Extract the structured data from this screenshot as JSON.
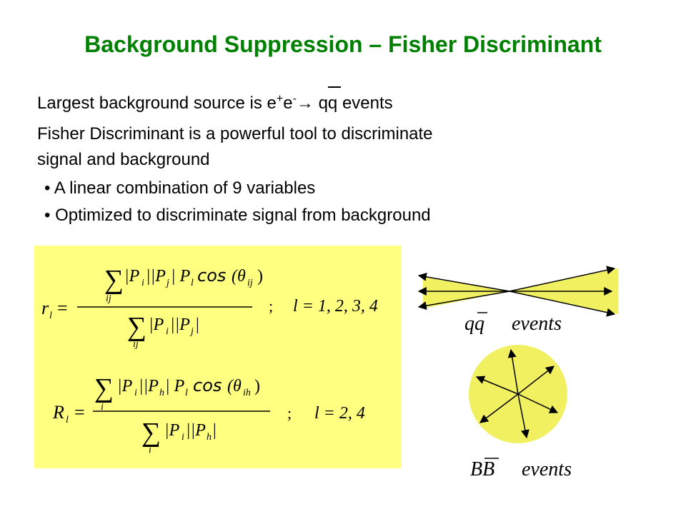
{
  "title": "Background Suppression – Fisher Discriminant",
  "body": {
    "line1_prefix": "Largest background source is e",
    "line1_plus": "+",
    "line1_e": "e",
    "line1_minus": "-",
    "line1_arrow": "→ ",
    "line1_qq": "qq",
    "line1_suffix": " events",
    "line2": "Fisher Discriminant is a powerful tool to discriminate",
    "line3": "signal and background",
    "bullets": [
      "• A linear combination of 9 variables",
      "• Optimized to discriminate signal from background"
    ]
  },
  "equations": {
    "r": {
      "lhs": "r",
      "lhs_sub": "l",
      "num_sum_sub": "ij",
      "num_text": "|P",
      "num_sub1": "i",
      "num_text2": "||P",
      "num_sub2": "j",
      "num_text3": "| P",
      "num_sub3": "l",
      "cos": "cos",
      "theta": "(θ",
      "theta_sub": "ij",
      "close": ")",
      "den_sum_sub": "ij",
      "den_text": "|P",
      "den_sub1": "i",
      "den_text2": "||P",
      "den_sub2": "j",
      "den_close": "|",
      "sep": ";",
      "cond": "l = 1, 2, 3, 4"
    },
    "R": {
      "lhs": "R",
      "lhs_sub": "l",
      "num_sum_sub": "i",
      "num_sub1": "i",
      "num_sub2": "h",
      "num_sub3": "l",
      "cos": "cos",
      "theta_sub": "ih",
      "den_sum_sub": "i",
      "den_sub1": "i",
      "den_sub2": "h",
      "sep": ";",
      "cond": "l = 2, 4"
    }
  },
  "diagrams": {
    "qq_label": "qq",
    "qq_events": "events",
    "bb_label": "BB",
    "bb_events": "events",
    "fill_color": "#f0f060"
  }
}
